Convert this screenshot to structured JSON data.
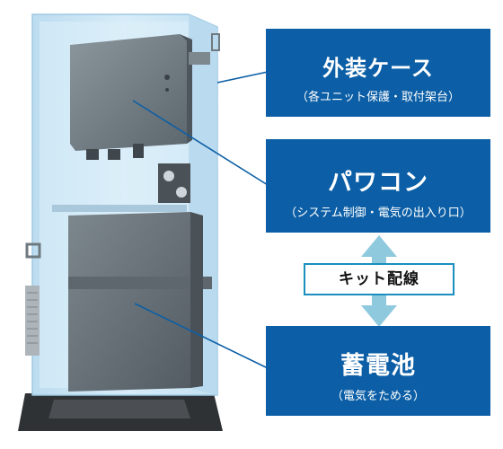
{
  "labels": {
    "case": {
      "title": "外装ケース",
      "subtitle": "（各ユニット保護・取付架台）"
    },
    "pcs": {
      "title": "パワコン",
      "subtitle": "（システム制御・電気の出入り口）"
    },
    "battery": {
      "title": "蓄電池",
      "subtitle": "（電気をためる）"
    },
    "kit_wiring": "キット配線"
  },
  "colors": {
    "label_bg": "#0c5fa6",
    "label_text": "#ffffff",
    "arrow": "#8fc9de",
    "kit_border": "#1a8fbf",
    "case_glass": "#cfe7f5",
    "unit_dark": "#6c767d",
    "base": "#2f3235"
  },
  "icons": [
    "double-arrow-icon",
    "vent-icon",
    "handle-icon"
  ]
}
